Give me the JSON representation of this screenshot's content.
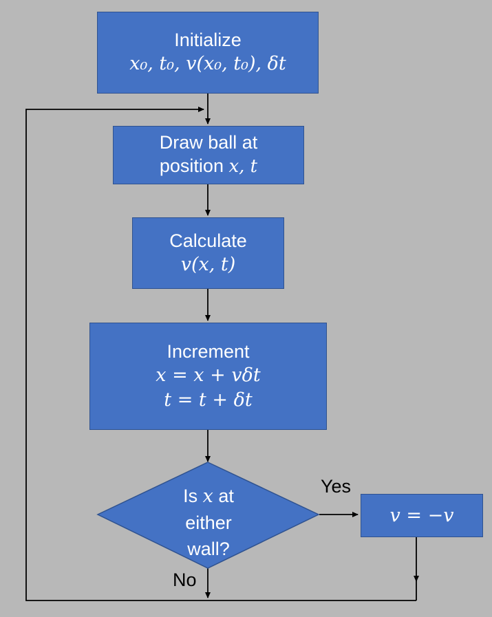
{
  "colors": {
    "background": "#b8b8b8",
    "box_fill": "#4472c4",
    "box_border": "#2f528f",
    "line": "#000000",
    "text": "#ffffff"
  },
  "nodes": {
    "init": {
      "title": "Initialize",
      "math": "x₀, t₀, v(x₀, t₀), δt"
    },
    "draw": {
      "line1": "Draw ball at",
      "line2_text": "position ",
      "line2_math": "x, t"
    },
    "calc": {
      "title": "Calculate",
      "math": "v(x, t)"
    },
    "incr": {
      "title": "Increment",
      "math1": "x = x + vδt",
      "math2": "t = t +  δt"
    },
    "check": {
      "line1_text": "Is ",
      "line1_math": "x",
      "line1_text2": " at",
      "line2": "either",
      "line3": "wall?"
    },
    "flip": {
      "math": "v = −v"
    }
  },
  "edges": {
    "yes_label": "Yes",
    "no_label": "No"
  }
}
